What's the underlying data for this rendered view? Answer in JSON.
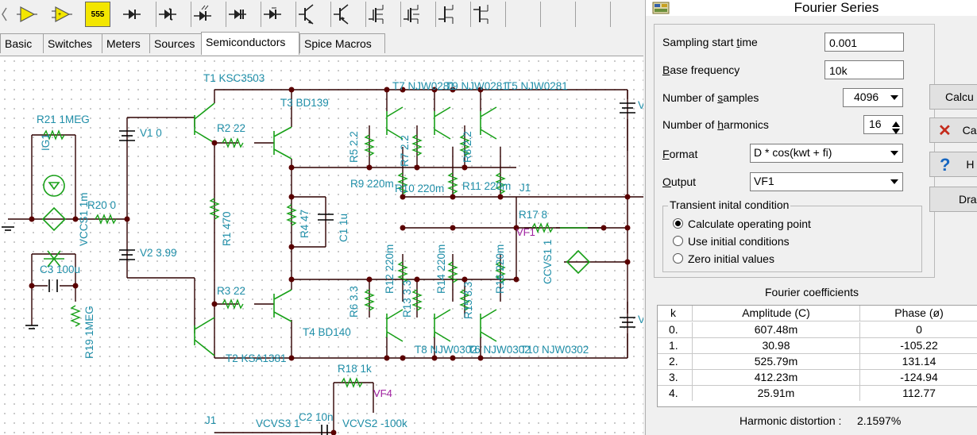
{
  "toolbar": {
    "tools": [
      "scroll-left-icon",
      "triangle-gate-icon",
      "triangle-gate-alt-icon",
      "timer-555-icon",
      "diode-icon",
      "zener-diode-icon",
      "led-icon",
      "schottky-diode-icon",
      "varactor-diode-icon",
      "npn-transistor-icon",
      "pnp-transistor-icon",
      "nmos-icon",
      "pmos-icon",
      "jfet-n-icon",
      "jfet-p-icon"
    ],
    "timer_label": "555"
  },
  "tabs": [
    {
      "label": "Basic",
      "active": false
    },
    {
      "label": "Switches",
      "active": false
    },
    {
      "label": "Meters",
      "active": false
    },
    {
      "label": "Sources",
      "active": false
    },
    {
      "label": "Semiconductors",
      "active": true
    },
    {
      "label": "Spice Macros",
      "active": false
    }
  ],
  "schematic": {
    "labels": {
      "t1": "T1 KSC3503",
      "t3": "T3 BD139",
      "t7": "T7 NJW0281",
      "t9": "T9 NJW0281",
      "t5": "T5 NJW0281",
      "r21": "R21 1MEG",
      "ig1": "IG1",
      "v1": "V1 0",
      "r2": "R2 22",
      "r5": "R5 2.2",
      "r7": "R7 2.2",
      "r8": "R8 2.2",
      "r9": "R9 220m",
      "r10": "R10 220m",
      "r11": "R11 220m",
      "j1a": "J1",
      "r20": "R20 0",
      "vccs1": "VCCS1 1m",
      "r1": "R1 470",
      "r4": "R4 47",
      "c1": "C1 1u",
      "r17": "R17 8",
      "vf1": "VF1",
      "cccvs": "CCVS1 1",
      "v2": "V2 3.99",
      "c3": "C3 100u",
      "r12": "R12 220m",
      "r14": "R14 220m",
      "r16": "R16 220m",
      "r3": "R3 22",
      "r6": "R6 3.3",
      "r13": "R13 3.3",
      "r15": "R15 3.3",
      "r19": "R19 1MEG",
      "t4": "T4 BD140",
      "t2": "T2 KSA1381",
      "t8": "T8 NJW0302",
      "t6": "T6 NJW0302",
      "t10": "T10 NJW0302",
      "r18": "R18 1k",
      "vf4": "VF4",
      "j1b": "J1",
      "vcvs3": "VCVS3 1",
      "c2": "C2 10n",
      "vcvs2": "VCVS2 -100k",
      "v_a": "V",
      "v_b": "V"
    }
  },
  "dialog": {
    "title": "Fourier Series",
    "sampling_start_time": {
      "label": "Sampling start time",
      "value": "0.001"
    },
    "base_frequency": {
      "label": "Base frequency",
      "value": "10k"
    },
    "number_of_samples": {
      "label": "Number of samples",
      "value": "4096"
    },
    "number_of_harmonics": {
      "label": "Number of harmonics",
      "value": "16"
    },
    "format": {
      "label": "Format",
      "value": "D * cos(kwt + fi)"
    },
    "output": {
      "label": "Output",
      "value": "VF1"
    },
    "transient_group": {
      "title": "Transient inital condition",
      "options": [
        {
          "label": "Calculate operating point",
          "selected": true
        },
        {
          "label": "Use initial conditions",
          "selected": false
        },
        {
          "label": "Zero initial values",
          "selected": false
        }
      ]
    },
    "buttons": {
      "calculate": "Calcu",
      "cancel": "Ca",
      "help": "H",
      "draw": "Dra"
    },
    "accent": {
      "cancel_x": "#c42b1c",
      "help_q": "#1565c0"
    },
    "coefficients": {
      "title": "Fourier coefficients",
      "headers": {
        "k": "k",
        "amplitude": "Amplitude (C)",
        "phase": "Phase (ø)"
      },
      "rows": [
        {
          "k": "0.",
          "amplitude": "607.48m",
          "phase": "0"
        },
        {
          "k": "1.",
          "amplitude": "30.98",
          "phase": "-105.22"
        },
        {
          "k": "2.",
          "amplitude": "525.79m",
          "phase": "131.14"
        },
        {
          "k": "3.",
          "amplitude": "412.23m",
          "phase": "-124.94"
        },
        {
          "k": "4.",
          "amplitude": "25.91m",
          "phase": "112.77"
        }
      ]
    },
    "distortion": {
      "label": "Harmonic distortion :",
      "value": "2.1597%"
    }
  }
}
